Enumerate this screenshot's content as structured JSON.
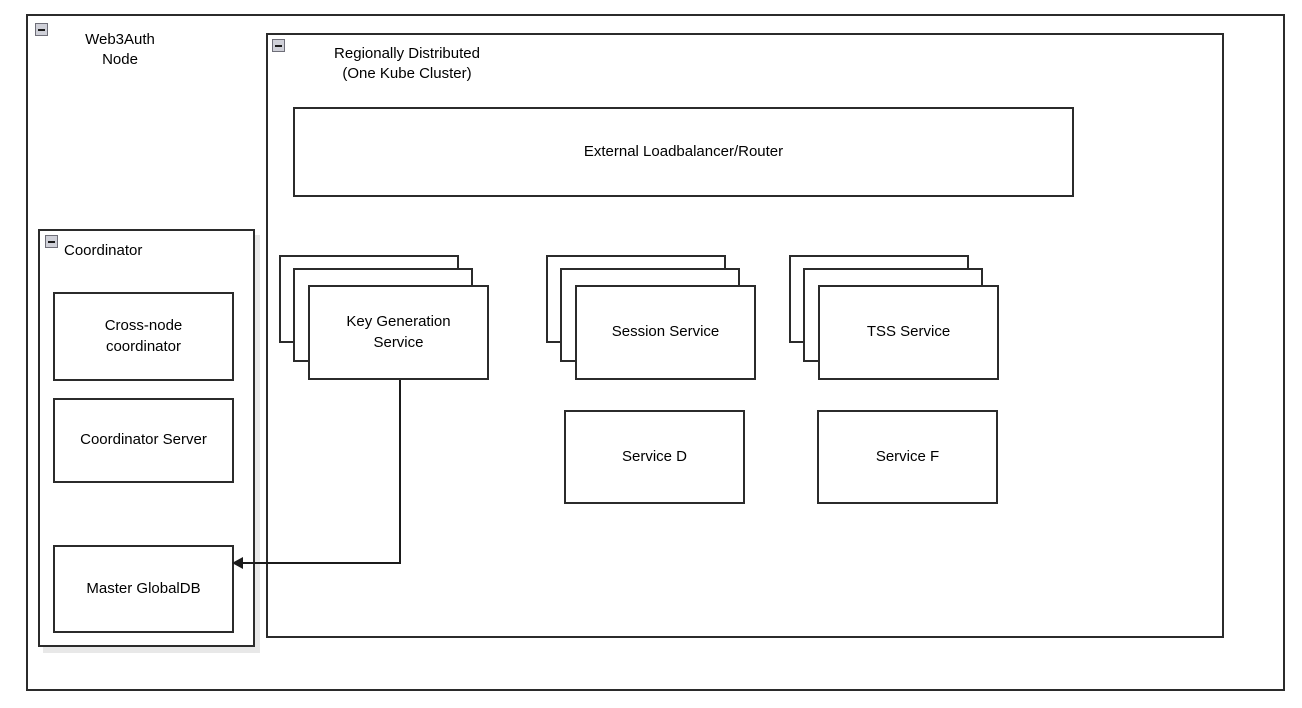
{
  "diagram": {
    "type": "architecture-block-diagram",
    "background": "#ffffff",
    "stroke_color": "#2b2b2b",
    "text_color": "#000000"
  },
  "outer_frame": {
    "name": "web3auth-node-frame",
    "collapse_icon": "minus-collapse-icon",
    "title": "Web3Auth\nNode"
  },
  "cluster_panel": {
    "name": "regionally-distributed-panel",
    "collapse_icon": "minus-collapse-icon",
    "title": "Regionally Distributed\n(One Kube Cluster)"
  },
  "coordinator_group": {
    "name": "coordinator-group",
    "collapse_icon": "minus-collapse-icon",
    "title": "Coordinator",
    "children": [
      {
        "label": "Cross-node\ncoordinator",
        "name": "cross-node-coordinator-box"
      },
      {
        "label": "Coordinator Server",
        "name": "coordinator-server-box"
      },
      {
        "label": "Master GlobalDB",
        "name": "master-globaldb-box"
      }
    ]
  },
  "cluster_children": {
    "loadbalancer": {
      "label": "External Loadbalancer/Router",
      "name": "external-loadbalancer-router-box"
    },
    "stacked_services": [
      {
        "label": "Key Generation\nService",
        "name": "key-generation-service-stack",
        "replicas": 3
      },
      {
        "label": "Session Service",
        "name": "session-service-stack",
        "replicas": 3
      },
      {
        "label": "TSS Service",
        "name": "tss-service-stack",
        "replicas": 3
      }
    ],
    "single_services": [
      {
        "label": "Service D",
        "name": "service-d-box"
      },
      {
        "label": "Service F",
        "name": "service-f-box"
      }
    ]
  },
  "connector": {
    "name": "keygen-to-globaldb-connector",
    "from": "Key Generation Service",
    "to": "Master GlobalDB",
    "arrow": "left-arrow-head"
  }
}
